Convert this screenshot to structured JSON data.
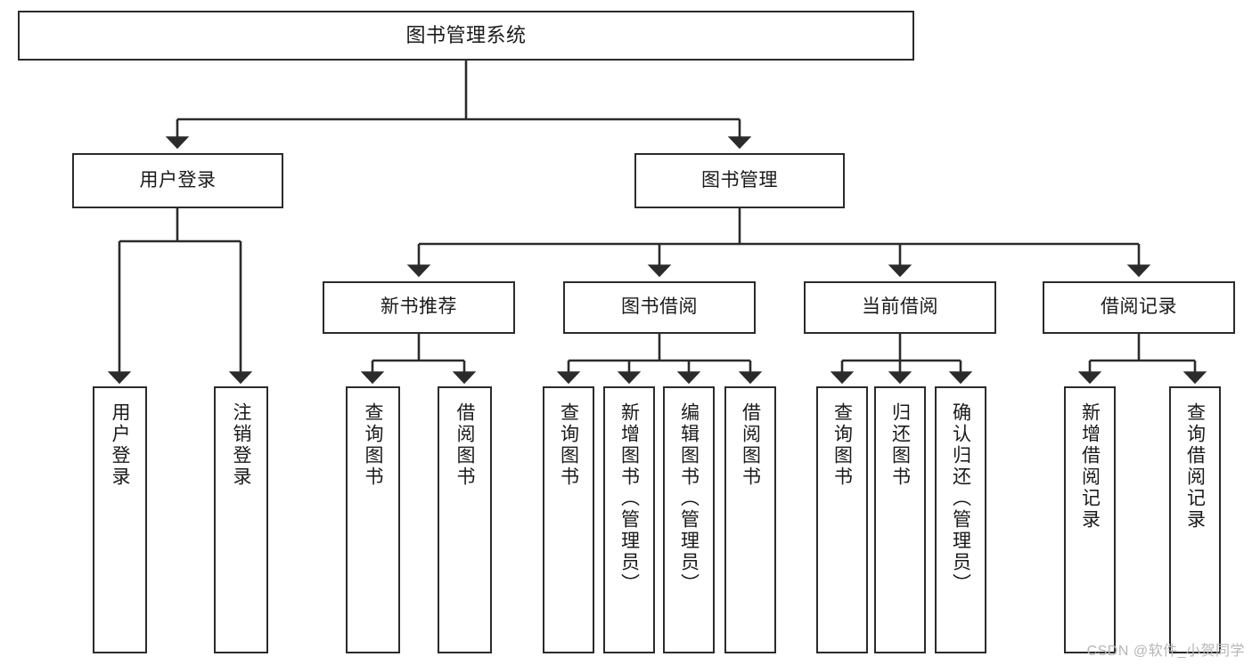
{
  "diagram": {
    "title": "图书管理系统",
    "type": "tree",
    "watermark": "CSDN @软件_小贺同学",
    "colors": {
      "stroke": "#2b2b2b",
      "fill": "#ffffff",
      "text": "#1a1a1a",
      "watermark": "#b6b6b6"
    },
    "root": {
      "label": "图书管理系统"
    },
    "level1": [
      {
        "label": "用户登录"
      },
      {
        "label": "图书管理"
      }
    ],
    "level2": [
      {
        "label": "新书推荐"
      },
      {
        "label": "图书借阅"
      },
      {
        "label": "当前借阅"
      },
      {
        "label": "借阅记录"
      }
    ],
    "leaves": {
      "user_login": [
        {
          "label": "用户登录"
        },
        {
          "label": "注销登录"
        }
      ],
      "new_book_recommend": [
        {
          "label": "查询图书"
        },
        {
          "label": "借阅图书"
        }
      ],
      "book_borrow": [
        {
          "label": "查询图书"
        },
        {
          "label": "新增图书（管理员）"
        },
        {
          "label": "编辑图书（管理员）"
        },
        {
          "label": "借阅图书"
        }
      ],
      "current_borrow": [
        {
          "label": "查询图书"
        },
        {
          "label": "归还图书"
        },
        {
          "label": "确认归还（管理员）"
        }
      ],
      "borrow_record": [
        {
          "label": "新增借阅记录"
        },
        {
          "label": "查询借阅记录"
        }
      ]
    }
  }
}
